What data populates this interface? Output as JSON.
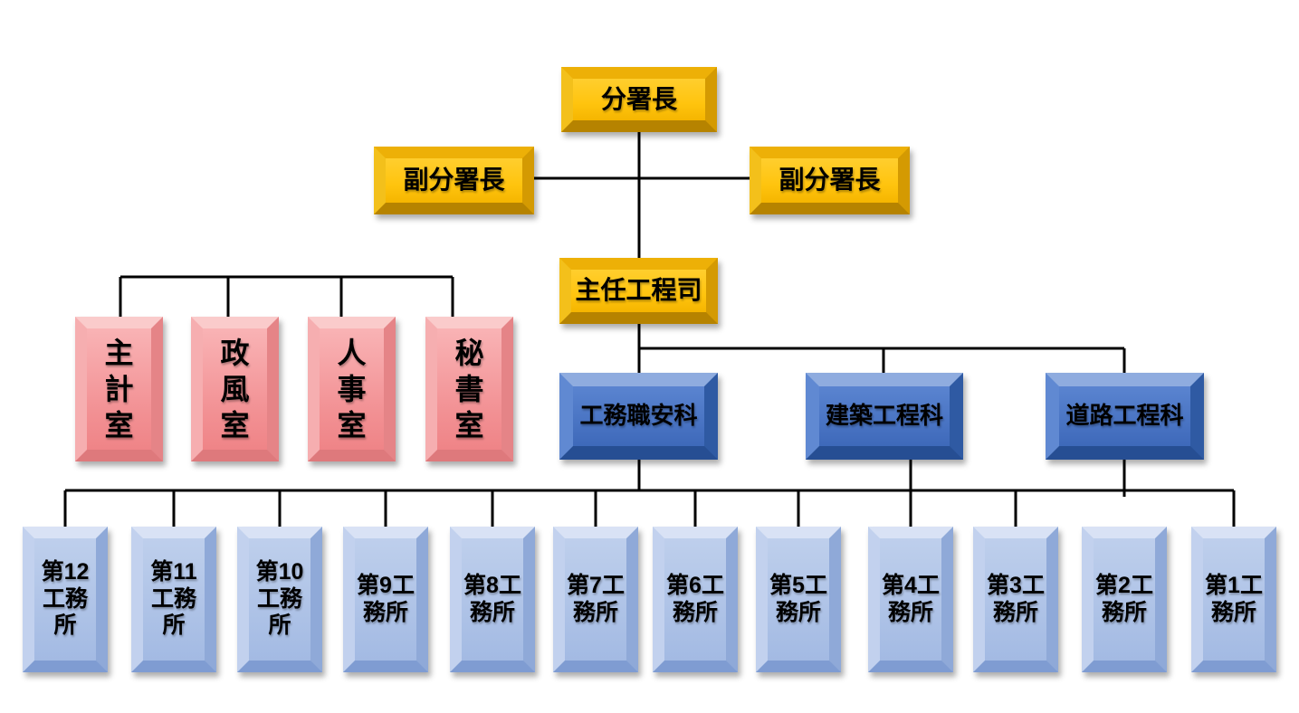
{
  "org": {
    "director": {
      "label": "分署長"
    },
    "deputies": [
      {
        "label": "副分署長"
      },
      {
        "label": "副分署長"
      }
    ],
    "chief_engineer": {
      "label": "主任工程司"
    },
    "staff_offices": [
      {
        "label": "主\n計\n室"
      },
      {
        "label": "政\n風\n室"
      },
      {
        "label": "人\n事\n室"
      },
      {
        "label": "秘\n書\n室"
      }
    ],
    "departments": [
      {
        "label": "工務職安科"
      },
      {
        "label": "建築工程科"
      },
      {
        "label": "道路工程科"
      }
    ],
    "field_offices": [
      {
        "label": "第12\n工務\n所"
      },
      {
        "label": "第11\n工務\n所"
      },
      {
        "label": "第10\n工務\n所"
      },
      {
        "label": "第9工\n務所"
      },
      {
        "label": "第8工\n務所"
      },
      {
        "label": "第7工\n務所"
      },
      {
        "label": "第6工\n務所"
      },
      {
        "label": "第5工\n務所"
      },
      {
        "label": "第4工\n務所"
      },
      {
        "label": "第3工\n務所"
      },
      {
        "label": "第2工\n務所"
      },
      {
        "label": "第1工\n務所"
      }
    ]
  },
  "colors": {
    "gold_box": "#FFC413",
    "pink_box": "#F29093",
    "department_blue": "#4472C4",
    "office_blue": "#A9BFE5",
    "connector": "#000000",
    "background": "#FFFFFF"
  }
}
